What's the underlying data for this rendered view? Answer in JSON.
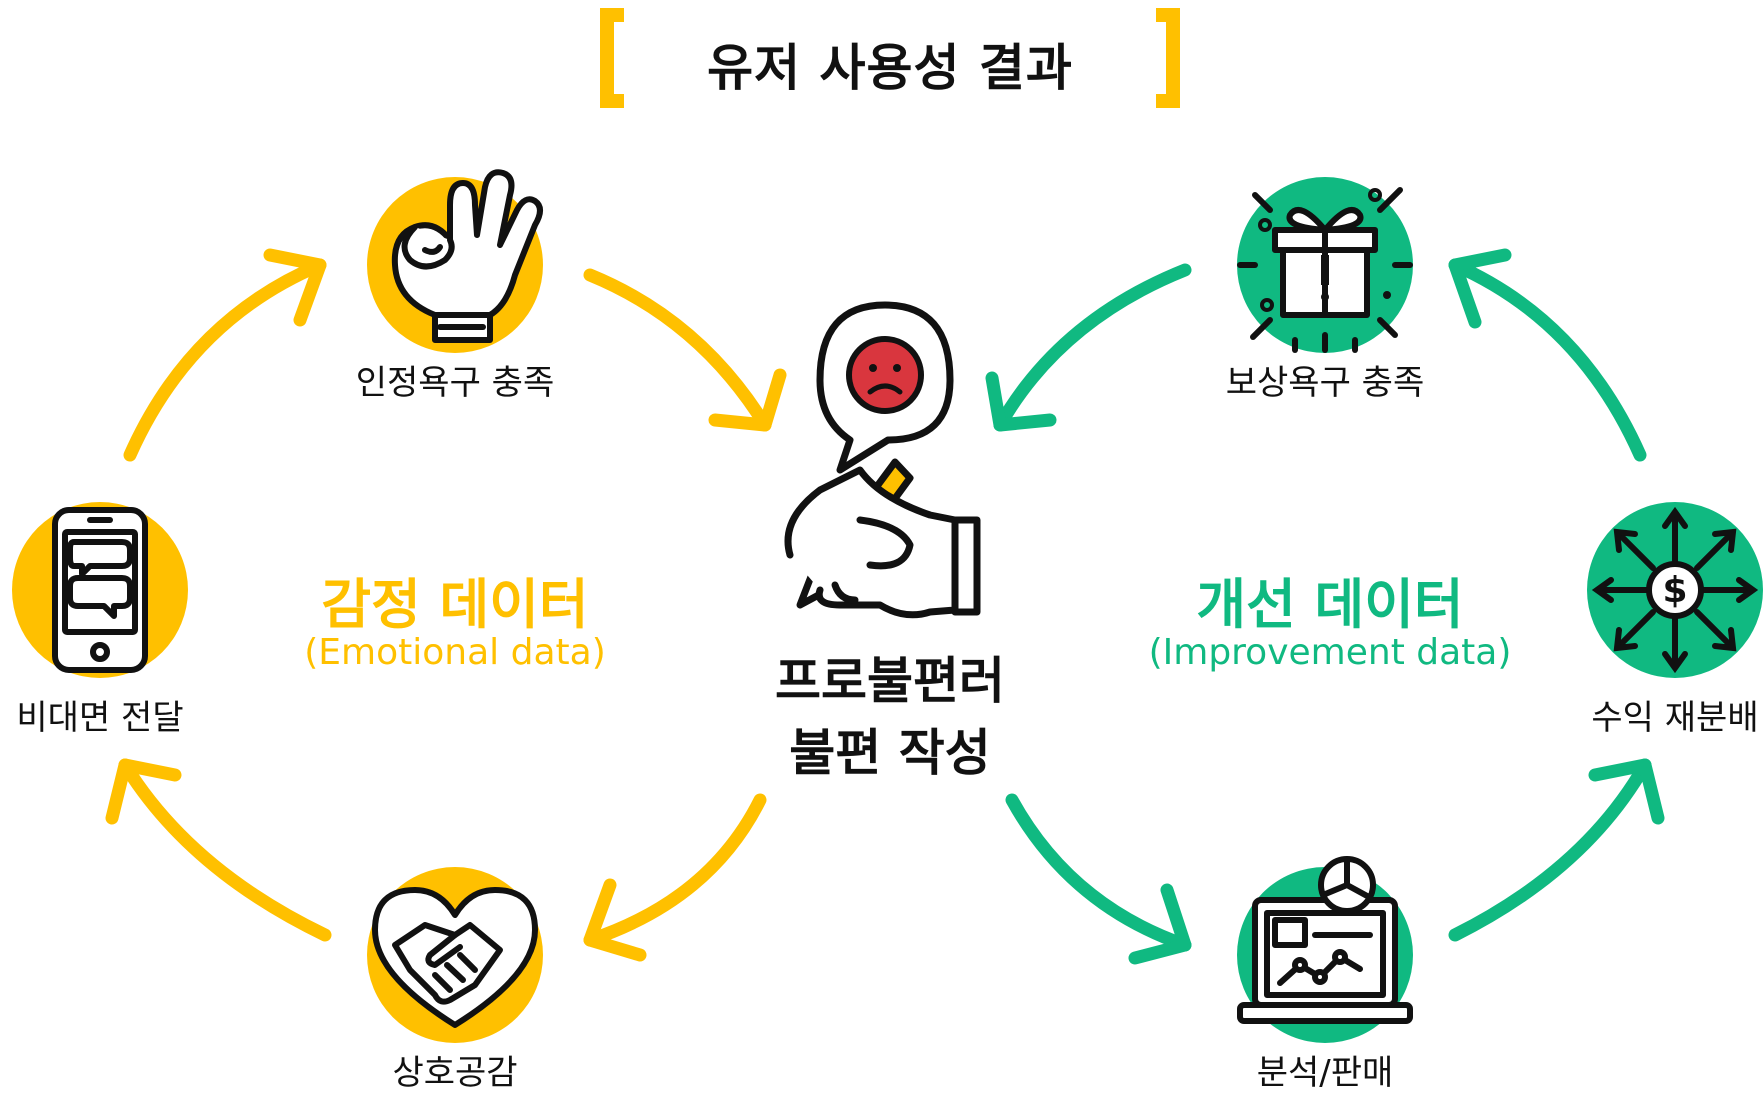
{
  "title": "유저 사용성 결과",
  "center": {
    "line1": "프로불편러",
    "line2": "불편 작성"
  },
  "left_group": {
    "title": "감정 데이터",
    "subtitle": "(Emotional data)"
  },
  "right_group": {
    "title": "개선 데이터",
    "subtitle": "(Improvement data)"
  },
  "nodes": {
    "recognition": "인정욕구 충족",
    "remote": "비대면 전달",
    "empathy": "상호공감",
    "reward": "보상욕구 충족",
    "revenue": "수익 재분배",
    "analysis": "분석/판매"
  },
  "colors": {
    "emotional": "#ffc000",
    "improvement": "#10b981",
    "sad_face": "#d9363e"
  },
  "icons": {
    "recognition": "ok-hand-icon",
    "remote": "smartphone-chat-icon",
    "empathy": "heart-handshake-icon",
    "reward": "gift-box-icon",
    "revenue": "dollar-distribution-icon",
    "analysis": "laptop-analytics-icon",
    "center": "hand-writing-sad-feedback-icon"
  }
}
